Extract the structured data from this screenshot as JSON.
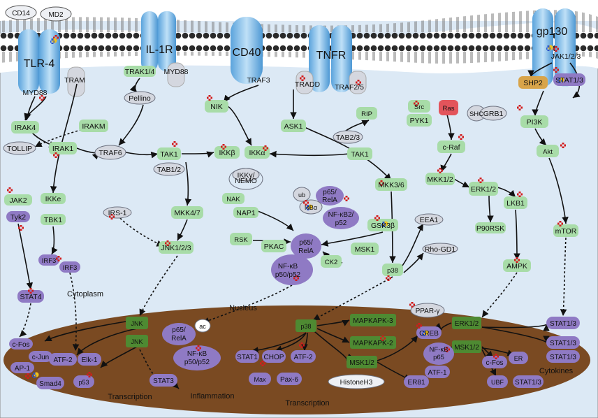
{
  "colors": {
    "cytoplasm_bg": "#dce9f5",
    "membrane_head": "#2a2a2a",
    "receptor_blue": "#8fc4ea",
    "green_node": "#a8dca8",
    "purple_node": "#8f7ac4",
    "grey_node": "#d4d7df",
    "nucleus": "#7a4a22",
    "nucleus_green": "#4e8a32",
    "ras_red": "#e3545b",
    "shp2_orange": "#d8a44a",
    "marker_red": "#d21c1c",
    "marker_blue": "#2d55c8",
    "marker_yellow": "#f0c21a"
  },
  "receptors": {
    "tlr4": "TLR-4",
    "il1r": "IL-1R",
    "cd40": "CD40",
    "tnfr": "TNFR",
    "gp130": "gp130",
    "cd14": "CD14",
    "md2": "MD2"
  },
  "regions": {
    "cytoplasm": "Cytoplasm",
    "nucleus": "Nucleus",
    "transcription_left": "Transcription",
    "transcription_mid": "Transcription",
    "inflammation": "Inflammation",
    "cytokines": "Cytokines"
  },
  "nodes": {
    "tram": "TRAM",
    "myd88a": "MYD88",
    "myd88b": "MYD88",
    "trak14": "TRAK1/4",
    "traf3": "TRAF3",
    "tradd": "TRADD",
    "traf25": "TRAF2/5",
    "jak123": "JAK1/2/3",
    "shp2": "SHP2",
    "stat13a": "STAT1/3",
    "irak4": "IRAK4",
    "irakm": "IRAKM",
    "tollip": "TOLLIP",
    "irak1": "IRAK1",
    "pellino": "Pellino",
    "traf6": "TRAF6",
    "nik": "NIK",
    "ask1": "ASK1",
    "rip": "RIP",
    "tab23": "TAB2/3",
    "tak1r": "TAK1",
    "src": "Src",
    "pyk1": "PYK1",
    "ras": "Ras",
    "shc": "SHC",
    "grb1": "GRB1",
    "pi3k": "PI3K",
    "craf": "c-Raf",
    "akt": "Akt",
    "tak1": "TAK1",
    "tab12": "TAB1/2",
    "ikkb": "IKKβ",
    "ikka": "IKKα",
    "ikkg": "IKKγ/",
    "nemo": "NEMO",
    "jak2": "JAK2",
    "tyk2": "Tyk2",
    "ikke": "IKKe",
    "tbk1": "TBK1",
    "irf3a": "IRF3",
    "irf3b": "IRF3",
    "stat4": "STAT4",
    "irs1": "IRS-1",
    "mkk47": "MKK4/7",
    "jnk123": "JNK1/2/3",
    "nak": "NAK",
    "nap1": "NAP1",
    "rsk": "RSK",
    "pkac": "PKAC",
    "ub": "ub",
    "ikba": "IκBα",
    "p65rela1": "p65/",
    "p65rela2": "RelA",
    "nfkb2a": "NF-κB2/",
    "nfkb2b": "p52",
    "p65b1": "p65/",
    "p65b2": "RelA",
    "nfkb1": "NF-κB",
    "nfkb1b": "p50/p52",
    "gsk3b": "GSK3β",
    "ck2": "CK2",
    "msk1": "MSK1",
    "mkk36": "MKK3/6",
    "p38": "p38",
    "eea1": "EEA1",
    "rhogd1": "Rho-GD1",
    "mkk12": "MKK1/2",
    "erk12": "ERK1/2",
    "lkb1": "LKB1",
    "p90rsk": "P90RSK",
    "ampk": "AMPK",
    "mtor": "mTOR"
  },
  "nuclear": {
    "jnk1": "JNK",
    "jnk2": "JNK",
    "p65n1": "p65/",
    "p65n2": "RelA",
    "ac": "ac",
    "nfkbn1": "NF-κB",
    "nfkbn2": "p50/p52",
    "stat3": "STAT3",
    "cfos": "c-Fos",
    "cjun": "c-Jun",
    "ap1": "AP-1",
    "atf2a": "ATF-2",
    "elk1": "Elk-1",
    "smad4": "Smad4",
    "p53": "p53",
    "p38n": "p38",
    "mapkapk3": "MAPKAPK-3",
    "mapkapk2": "MAPKAPK-2",
    "stat1": "STAT1",
    "chop": "CHOP",
    "atf2b": "ATF-2",
    "max": "Max",
    "pax6": "Pax-6",
    "msk12a": "MSK1/2",
    "histone": "HistoneH3",
    "er81": "ER81",
    "creb": "CREB",
    "nfkbp65a": "NF-κB",
    "nfkbp65b": "p65",
    "atf1": "ATF-1",
    "pparg": "PPAR-γ",
    "erk12n": "ERK1/2",
    "msk12b": "MSK1/2",
    "cfos2": "c-Fos",
    "er": "ER",
    "ubf": "UBF",
    "stat13b": "STAT1/3",
    "stat13c": "STAT1/3",
    "stat13d": "STAT1/3",
    "stat13e": "STAT1/3"
  }
}
